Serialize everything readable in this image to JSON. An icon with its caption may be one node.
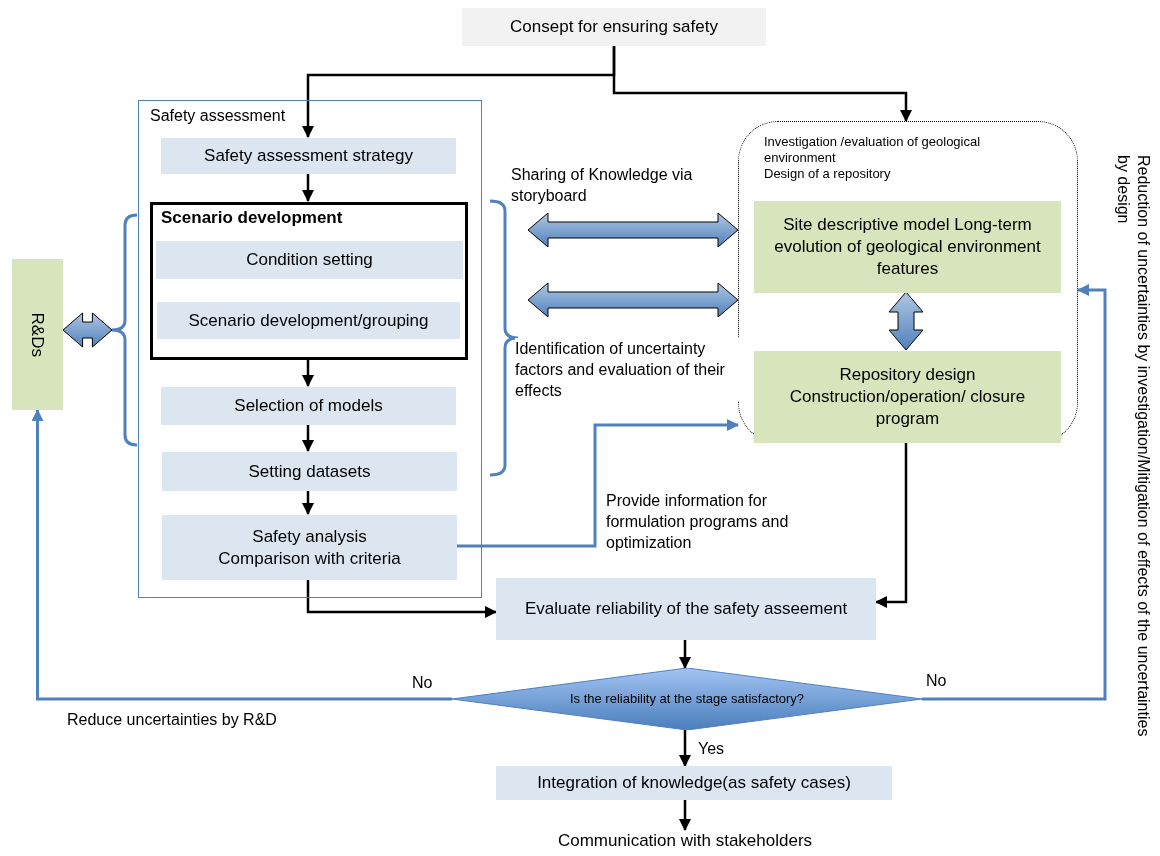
{
  "diagram": {
    "nodes": [
      {
        "text": [
          "Consept for ensuring safety"
        ]
      },
      {
        "text": [
          "Safety assessment"
        ]
      },
      {
        "text": [
          "Safety assessment strategy"
        ],
        "in": 1
      },
      {
        "text": [
          "Scenario development"
        ],
        "in": 1
      },
      {
        "text": [
          "Condition setting"
        ],
        "in": 3
      },
      {
        "text": [
          "Scenario development/grouping"
        ],
        "in": 3
      },
      {
        "text": [
          "Selection of models"
        ],
        "in": 1
      },
      {
        "text": [
          "Setting datasets"
        ],
        "in": 1
      },
      {
        "text": [
          "Safety analysis",
          "Comparison with criteria"
        ],
        "in": 1
      },
      {
        "text": [
          "R&Ds"
        ]
      },
      {
        "text": [
          "Investigation /evaluation of geological environment",
          "Design of a repository"
        ]
      },
      {
        "text": [
          "Site descriptive model Long-term evolution of geological environment features"
        ],
        "in": 10
      },
      {
        "text": [
          "Repository design",
          "Construction/operation/ closure program"
        ],
        "in": 10
      },
      {
        "text": [
          "Evaluate reliability of the safety asseement"
        ]
      },
      {
        "text": [
          "Is the reliability at the stage satisfactory?"
        ]
      },
      {
        "text": [
          "Integration of knowledge(as safety cases)"
        ]
      },
      {
        "text": [
          "Communication with stakeholders"
        ]
      }
    ],
    "edges": [
      {
        "from": 0,
        "to": 2,
        "arrow": "to"
      },
      {
        "from": 0,
        "to": 10,
        "arrow": "to"
      },
      {
        "from": 2,
        "to": 3,
        "arrow": "to"
      },
      {
        "from": 3,
        "to": 6,
        "arrow": "to"
      },
      {
        "from": 6,
        "to": 7,
        "arrow": "to"
      },
      {
        "from": 7,
        "to": 8,
        "arrow": "to"
      },
      {
        "from": 8,
        "to": 13,
        "arrow": "to"
      },
      {
        "from": 10,
        "to": 13,
        "arrow": "to"
      },
      {
        "from": 13,
        "to": 14,
        "arrow": "to"
      },
      {
        "from": 14,
        "to": 9,
        "arrow": "to",
        "label": "No",
        "color": "#4f81bd"
      },
      {
        "from": 14,
        "to": 10,
        "arrow": "to",
        "label": "No",
        "color": "#4f81bd"
      },
      {
        "from": 8,
        "to": 10,
        "arrow": "to",
        "label": "Provide information for formulation programs and optimization",
        "color": "#4f81bd"
      },
      {
        "from": 14,
        "to": 15,
        "arrow": "to",
        "label": "Yes"
      },
      {
        "from": 15,
        "to": 16,
        "arrow": "to"
      },
      {
        "from": 9,
        "to": null,
        "arrow": "both",
        "style": "thick",
        "color": "#4f81bd"
      },
      {
        "from": null,
        "to": 10,
        "arrow": "both",
        "style": "thick",
        "color": "#4f81bd",
        "label": "Sharing of Knowledge via storyboard"
      },
      {
        "from": null,
        "to": 10,
        "arrow": "both",
        "style": "thick",
        "color": "#4f81bd",
        "label": "Identification of uncertainty factors and evaluation of their effects"
      },
      {
        "from": 11,
        "to": 12,
        "arrow": "both",
        "style": "thick",
        "color": "#4f81bd"
      }
    ],
    "labels": [
      "Reduce uncertainties by R&D",
      "Reduction of uncertainties by investigation/Mitigation of effects of the uncertainties by design"
    ]
  }
}
